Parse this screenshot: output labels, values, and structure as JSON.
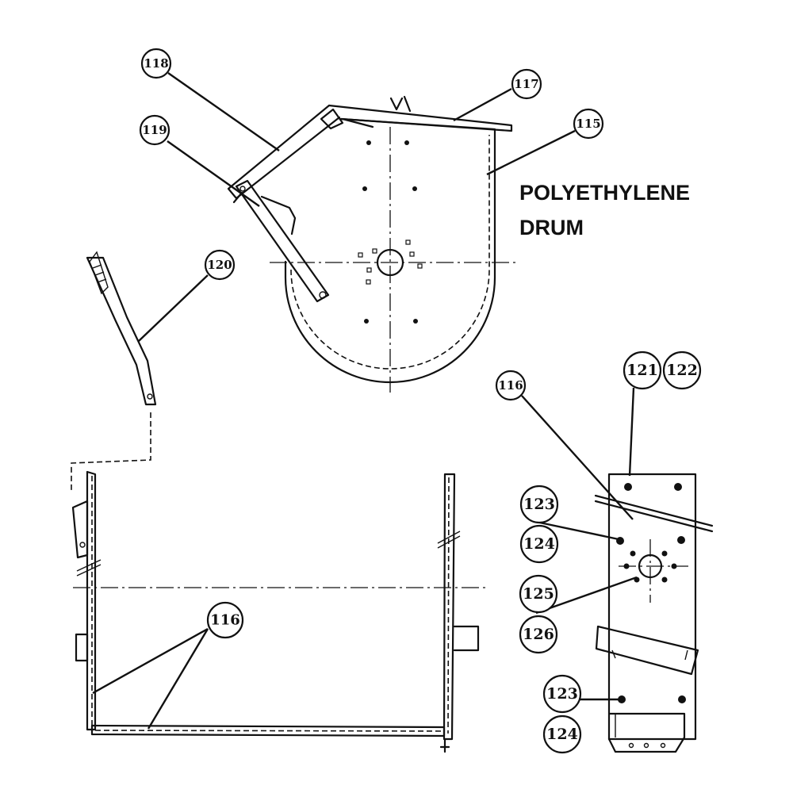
{
  "title": {
    "line1": "POLYETHYLENE",
    "line2": "DRUM"
  },
  "callouts": {
    "c115": "115",
    "c116_top": "116",
    "c116_bottom": "116",
    "c117": "117",
    "c118": "118",
    "c119": "119",
    "c120": "120",
    "c121": "121",
    "c122": "122",
    "c123_top": "123",
    "c124_top": "124",
    "c125": "125",
    "c126": "126",
    "c123_bottom": "123",
    "c124_bottom": "124"
  }
}
